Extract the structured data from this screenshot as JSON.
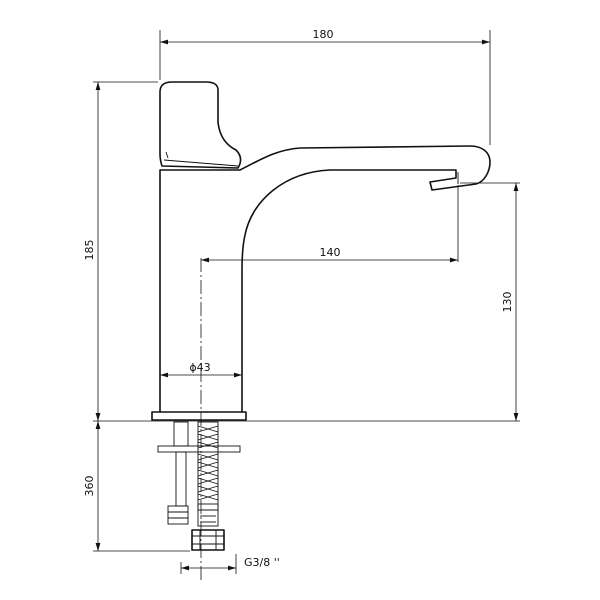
{
  "dimensions": {
    "overall_width": "180",
    "overall_height": "185",
    "spout_reach": "140",
    "spout_height": "130",
    "body_diameter": "ϕ43",
    "hose_length": "360",
    "connection_thread": "G3/8 ''"
  },
  "line_color": "#111111"
}
